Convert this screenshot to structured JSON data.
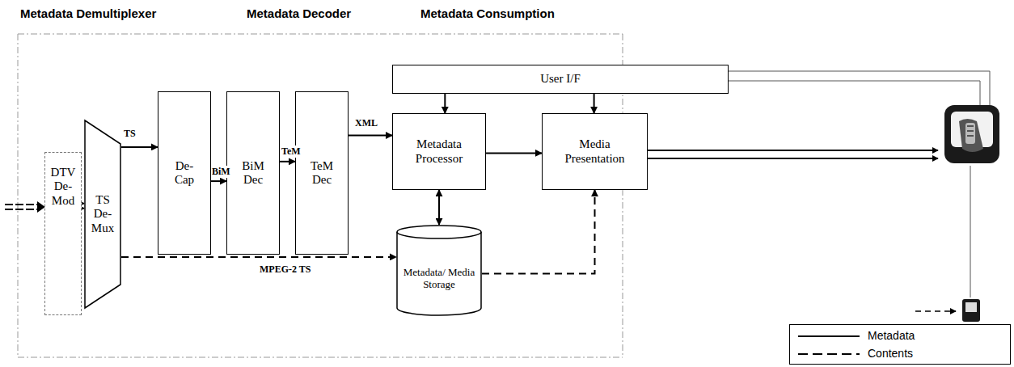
{
  "diagram": {
    "nodes": [
      {
        "text": [
          "DTV De- Mod"
        ]
      },
      {
        "text": [
          "TS De- Mux"
        ]
      },
      {
        "text": [
          "De- Cap"
        ]
      },
      {
        "text": [
          "BiM Dec"
        ]
      },
      {
        "text": [
          "TeM Dec"
        ]
      },
      {
        "text": [
          "User I/F"
        ]
      },
      {
        "text": [
          "Metadata Processor"
        ]
      },
      {
        "text": [
          "Media Presentation"
        ]
      },
      {
        "text": [
          "Metadata/ Media Storage"
        ]
      }
    ],
    "edges": [
      {
        "from": 0,
        "to": 1,
        "arrow": "to"
      },
      {
        "from": 1,
        "to": 2,
        "label": "TS",
        "arrow": "to"
      },
      {
        "from": 2,
        "to": 3,
        "label": "BiM",
        "arrow": "to"
      },
      {
        "from": 3,
        "to": 4,
        "label": "TeM",
        "arrow": "to"
      },
      {
        "from": 4,
        "to": 6,
        "label": "XML",
        "arrow": "to"
      },
      {
        "from": 1,
        "to": 8,
        "label": "MPEG-2 TS",
        "arrow": "to"
      },
      {
        "from": 5,
        "to": 6,
        "arrow": "to"
      },
      {
        "from": 5,
        "to": 7,
        "arrow": "to"
      },
      {
        "from": 6,
        "to": 7,
        "arrow": "to"
      },
      {
        "from": 6,
        "to": 8,
        "arrow": "both"
      },
      {
        "from": 8,
        "to": 7,
        "arrow": "to"
      }
    ],
    "labels": [
      "Metadata Demultiplexer",
      "Metadata Decoder",
      "Metadata Consumption"
    ],
    "legend": [
      {
        "text": "Metadata"
      },
      {
        "text": "Contents"
      }
    ]
  }
}
